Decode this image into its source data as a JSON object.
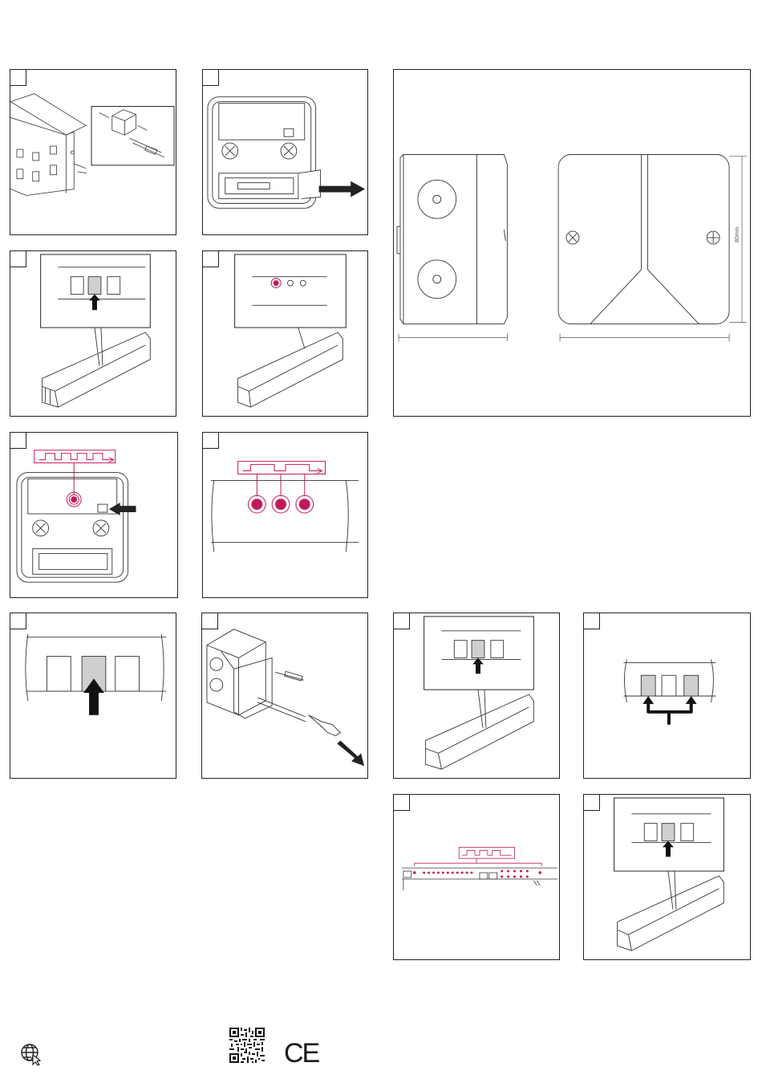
{
  "steps": [
    {
      "number": "",
      "desc": "mount-house-junction-box"
    },
    {
      "number": "",
      "desc": "remove-battery-insulation"
    },
    {
      "number": "",
      "desc": "press-button-receiver"
    },
    {
      "number": "",
      "desc": "receiver-led-indicator"
    },
    {
      "number": "",
      "desc": "sensor-led-blink"
    },
    {
      "number": "",
      "desc": "receiver-leds-blink"
    },
    {
      "number": "",
      "desc": "press-button-closeup"
    },
    {
      "number": "",
      "desc": "close-housing-screws"
    },
    {
      "number": "",
      "desc": "press-button-receiver-2"
    },
    {
      "number": "",
      "desc": "press-two-buttons"
    },
    {
      "number": "",
      "desc": "all-leds-blink"
    },
    {
      "number": "",
      "desc": "press-button-receiver-3"
    }
  ],
  "dimension": {
    "height_label": "80mm"
  },
  "footer": {
    "ce_mark": "CE",
    "icons": [
      "globe-cursor-icon",
      "qr-code-icon"
    ]
  },
  "colors": {
    "accent": "#c2185b",
    "line": "#222222",
    "button_fill": "#cfcfcf"
  }
}
